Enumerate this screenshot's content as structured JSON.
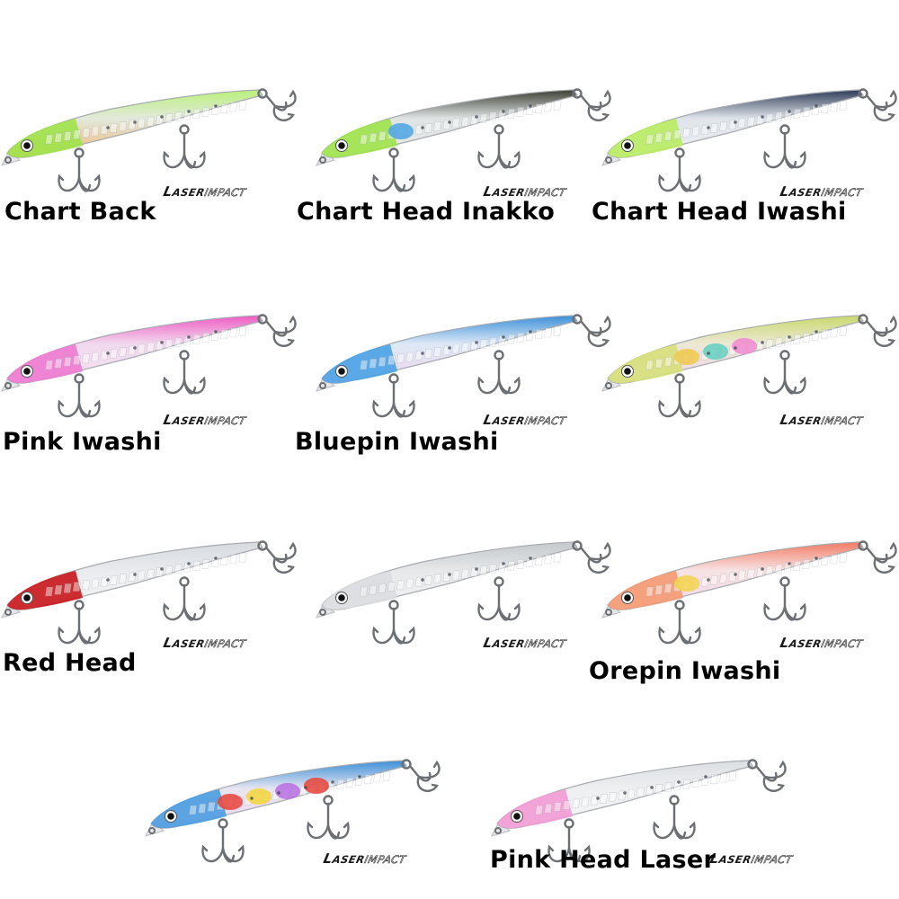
{
  "brand_mark": {
    "first_letter": "L",
    "strong": "ASER",
    "thin": "IMPACT"
  },
  "lures": [
    {
      "name": "Chart Back",
      "body_color": "#e2e9dc",
      "back_color": "#b9f07a",
      "belly_color": "#f0b777",
      "head_color": "#9fe34a",
      "spot_colors": []
    },
    {
      "name": "Chart Head Inakko",
      "body_color": "#dfe3e4",
      "back_color": "#3b3f33",
      "belly_color": "#e9ece9",
      "head_color": "#9fe34a",
      "spot_colors": [
        "#4ba3e3"
      ]
    },
    {
      "name": "Chart Head Iwashi",
      "body_color": "#dfe4ea",
      "back_color": "#2d3a56",
      "belly_color": "#eef0f2",
      "head_color": "#b9ec62",
      "spot_colors": []
    },
    {
      "name": "Pink Iwashi",
      "body_color": "#f1d9ee",
      "back_color": "#f05bc4",
      "belly_color": "#f6e3f2",
      "head_color": "#f07ad0",
      "spot_colors": []
    },
    {
      "name": "Bluepin Iwashi",
      "body_color": "#dde9f6",
      "back_color": "#3a8fd8",
      "belly_color": "#f3d5ee",
      "head_color": "#4aa2e6",
      "spot_colors": []
    },
    {
      "name": "",
      "body_color": "#ece8d6",
      "back_color": "#c9d86a",
      "belly_color": "#f2d6ec",
      "head_color": "#d6e07a",
      "spot_colors": [
        "#f0c84a",
        "#62cfc0",
        "#f08ad0"
      ]
    },
    {
      "name": "Red Head",
      "body_color": "#e9ebee",
      "back_color": "#d6dade",
      "belly_color": "#f4f5f6",
      "head_color": "#c8151b",
      "spot_colors": []
    },
    {
      "name": "",
      "body_color": "#e6e8ea",
      "back_color": "#c4c8cc",
      "belly_color": "#f3f4f5",
      "head_color": "#dadde0",
      "spot_colors": []
    },
    {
      "name": "Orepin Iwashi",
      "body_color": "#f6e3e4",
      "back_color": "#f27b63",
      "belly_color": "#f6d8ec",
      "head_color": "#f59a72",
      "spot_colors": [
        "#f2d34a"
      ]
    },
    {
      "name": "",
      "body_color": "#e8e6f1",
      "back_color": "#3a8fd8",
      "belly_color": "#f1d6ee",
      "head_color": "#4a9ce0",
      "spot_colors": [
        "#e8433a",
        "#f2d53a",
        "#b76ee0",
        "#e8433a"
      ]
    },
    {
      "name": "Pink Head Laser",
      "body_color": "#edeff1",
      "back_color": "#dcdfe2",
      "belly_color": "#f6f7f8",
      "head_color": "#f29ad4",
      "spot_colors": []
    }
  ]
}
